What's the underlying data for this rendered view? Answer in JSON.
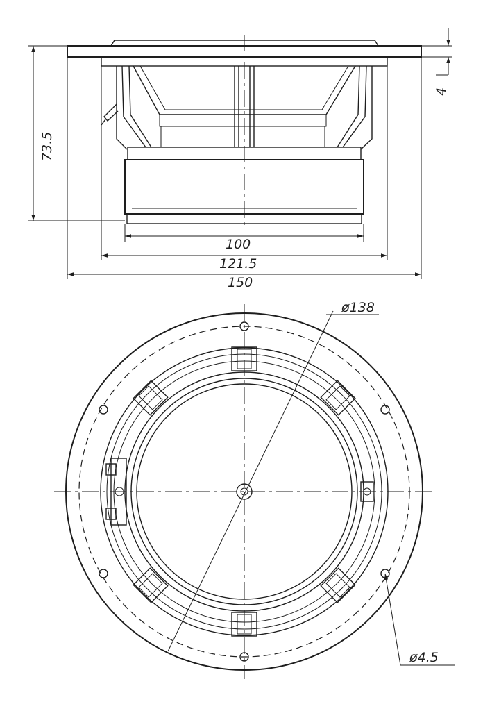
{
  "dimensions": {
    "height": "73.5",
    "flange_thickness": "4",
    "inner_width": "100",
    "mid_width": "121.5",
    "outer_width": "150",
    "bolt_circle_diameter": "ø138",
    "hole_diameter": "ø4.5"
  }
}
